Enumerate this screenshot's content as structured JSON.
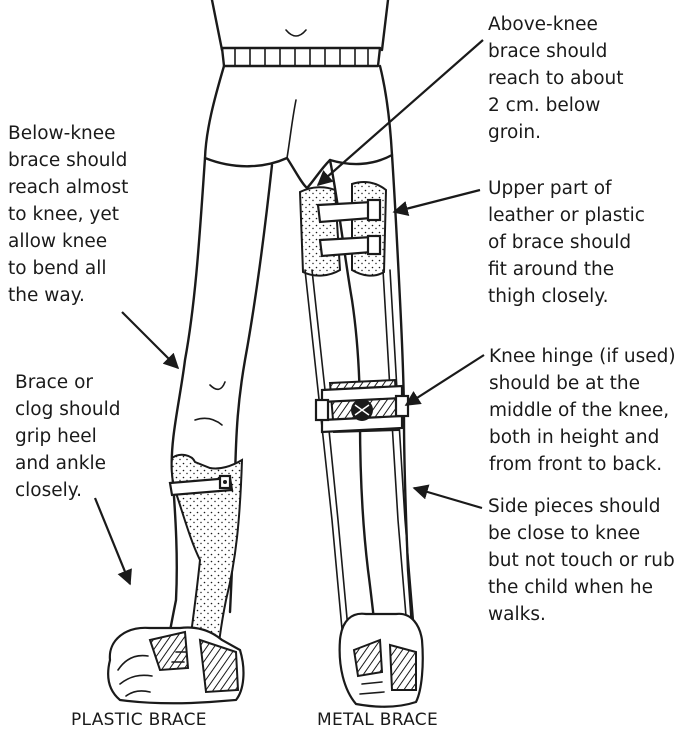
{
  "annotations": {
    "above_knee": [
      "Above-knee",
      "brace should",
      "reach to about",
      "2 cm. below",
      "groin."
    ],
    "below_knee": [
      "Below-knee",
      "brace should",
      "reach almost",
      "to knee, yet",
      "allow knee",
      "to bend all",
      "the way."
    ],
    "upper_part": [
      "Upper part of",
      "leather or plastic",
      "of brace should",
      "fit around the",
      "thigh closely."
    ],
    "brace_clog": [
      "Brace or",
      "clog should",
      "grip heel",
      "and ankle",
      "closely."
    ],
    "knee_hinge": [
      "Knee hinge (if used)",
      "should be at the",
      "middle of the knee,",
      "both in height and",
      "from front to back."
    ],
    "side_pieces": [
      "Side pieces should",
      "be close to knee",
      "but not touch or rub",
      "the child when he",
      "walks."
    ]
  },
  "captions": {
    "plastic": "PLASTIC BRACE",
    "metal": "METAL BRACE"
  },
  "colors": {
    "ink": "#1a1a1a",
    "background": "#ffffff"
  }
}
